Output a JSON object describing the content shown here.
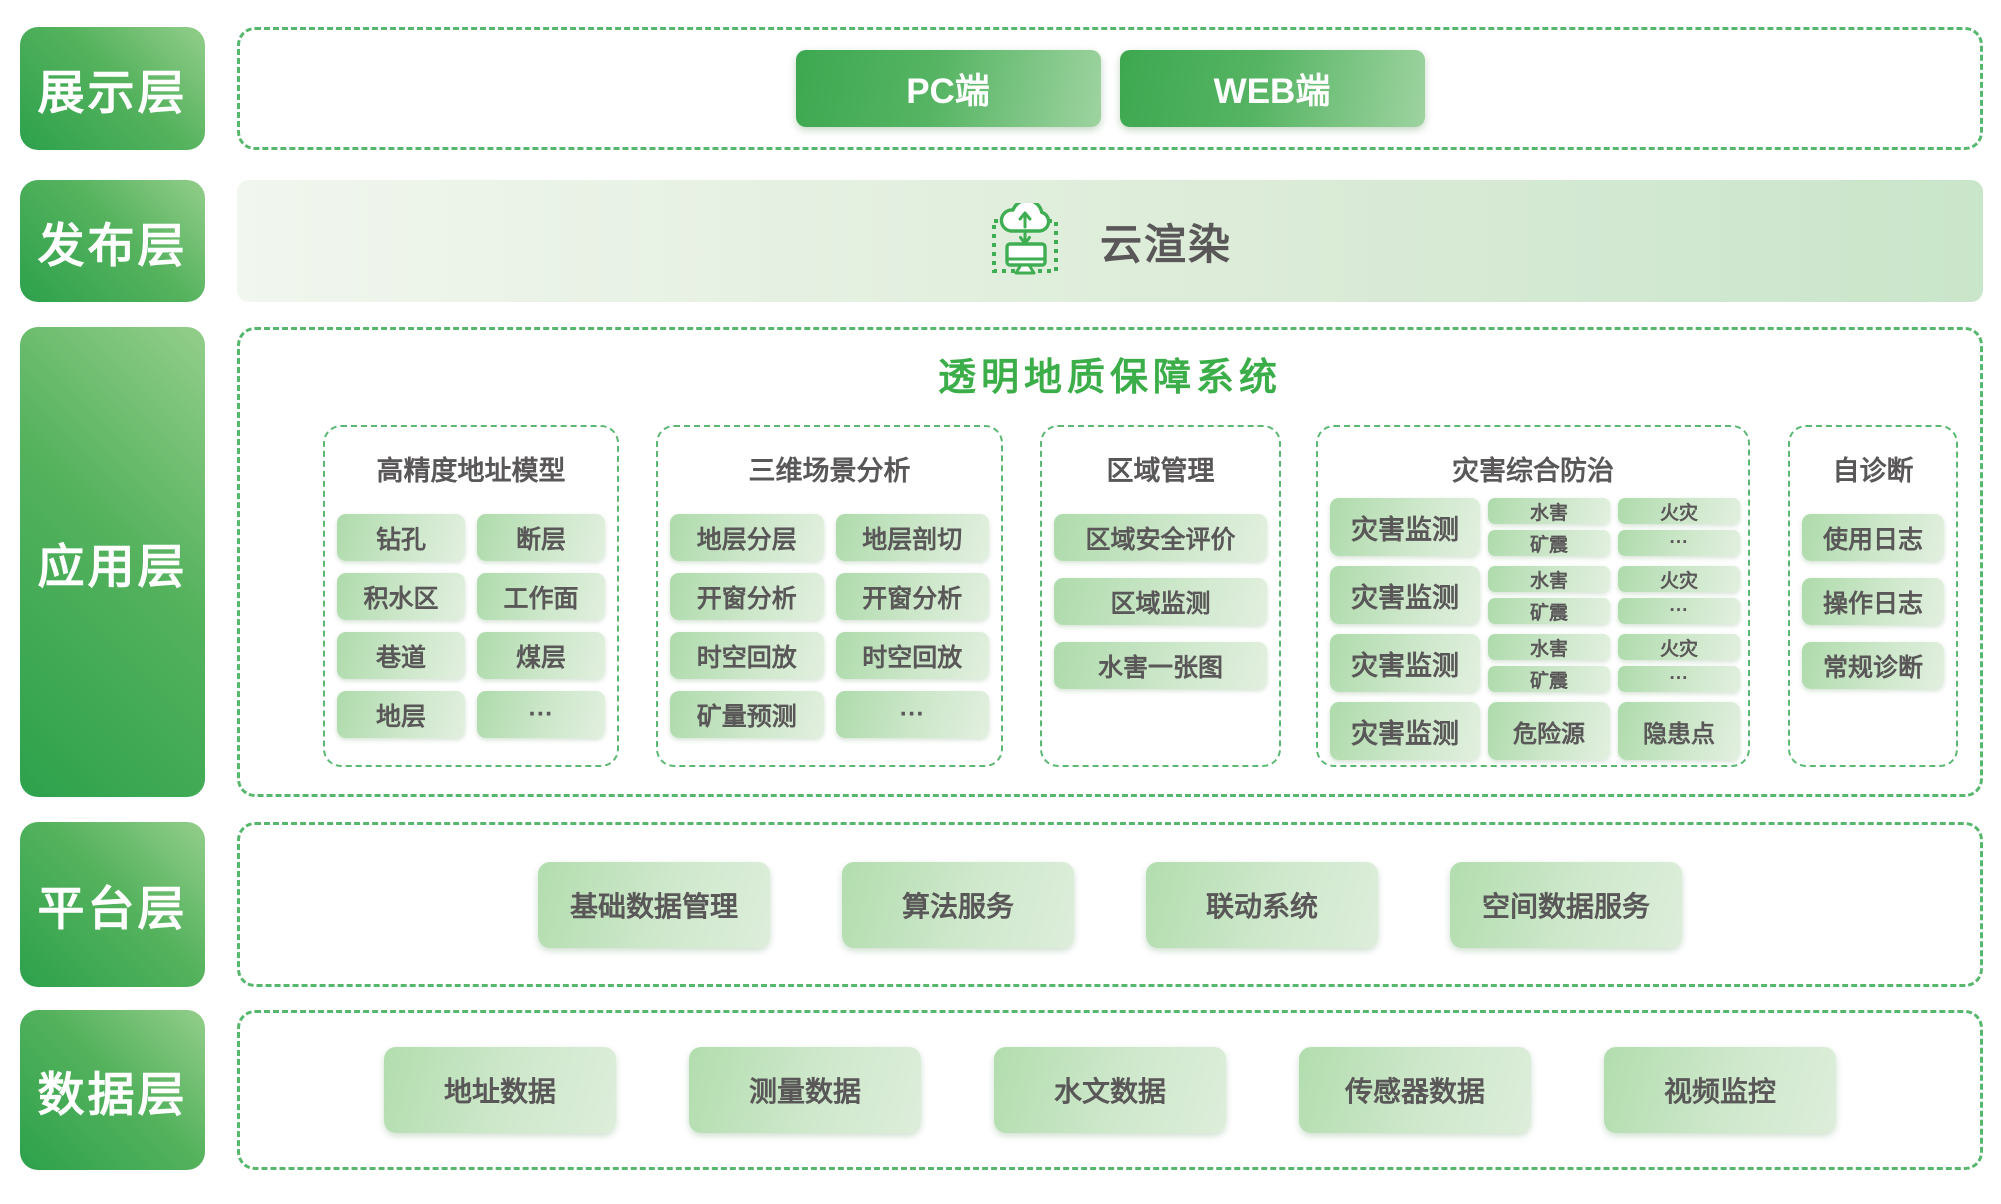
{
  "colors": {
    "accent_green_dark": "#2da14c",
    "accent_green_light": "#93ce8b",
    "chip_green_start": "#aedbab",
    "chip_green_end": "#e2f0df",
    "dashed_border": "#57b76d",
    "title_green": "#3cae49",
    "text_dark": "#595757",
    "band_start": "#f1f6ee",
    "band_end": "#c9e5ca"
  },
  "sidebar": {
    "layers": [
      {
        "label": "展示层"
      },
      {
        "label": "发布层"
      },
      {
        "label": "应用层"
      },
      {
        "label": "平台层"
      },
      {
        "label": "数据层"
      }
    ]
  },
  "presentation": {
    "buttons": [
      "PC端",
      "WEB端"
    ]
  },
  "publish": {
    "icon": "cloud-render-icon",
    "label": "云渲染"
  },
  "application": {
    "title": "透明地质保障系统",
    "columns": [
      {
        "title": "高精度地址模型",
        "grid": [
          [
            "钻孔",
            "断层"
          ],
          [
            "积水区",
            "工作面"
          ],
          [
            "巷道",
            "煤层"
          ],
          [
            "地层",
            "···"
          ]
        ]
      },
      {
        "title": "三维场景分析",
        "grid": [
          [
            "地层分层",
            "地层剖切"
          ],
          [
            "开窗分析",
            "开窗分析"
          ],
          [
            "时空回放",
            "时空回放"
          ],
          [
            "矿量预测",
            "···"
          ]
        ]
      },
      {
        "title": "区域管理",
        "items": [
          "区域安全评价",
          "区域监测",
          "水害一张图"
        ]
      },
      {
        "title": "灾害综合防治",
        "rows": [
          {
            "main": "灾害监测",
            "stacks": [
              [
                "水害",
                "矿震"
              ],
              [
                "火灾",
                "···"
              ]
            ]
          },
          {
            "main": "灾害监测",
            "stacks": [
              [
                "水害",
                "矿震"
              ],
              [
                "火灾",
                "···"
              ]
            ]
          },
          {
            "main": "灾害监测",
            "stacks": [
              [
                "水害",
                "矿震"
              ],
              [
                "火灾",
                "···"
              ]
            ]
          },
          {
            "main": "灾害监测",
            "singles": [
              "危险源",
              "隐患点"
            ]
          }
        ]
      },
      {
        "title": "自诊断",
        "items": [
          "使用日志",
          "操作日志",
          "常规诊断"
        ]
      }
    ]
  },
  "platform": {
    "buttons": [
      "基础数据管理",
      "算法服务",
      "联动系统",
      "空间数据服务"
    ]
  },
  "data_layer": {
    "buttons": [
      "地址数据",
      "测量数据",
      "水文数据",
      "传感器数据",
      "视频监控"
    ]
  }
}
